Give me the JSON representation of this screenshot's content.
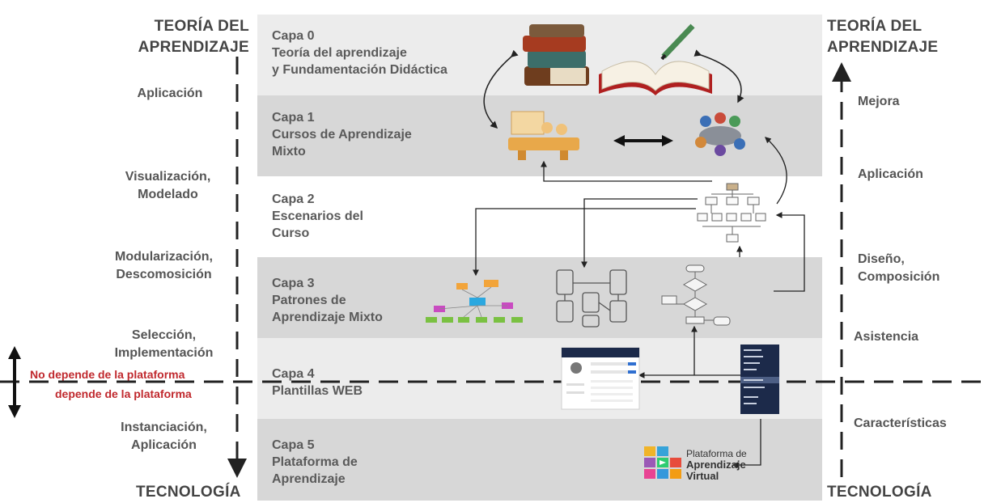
{
  "left_title": [
    "TEORÍA DEL",
    "APRENDIZAJE"
  ],
  "right_title": [
    "TEORÍA DEL",
    "APRENDIZAJE"
  ],
  "bottom_left": "TECNOLOGÍA",
  "bottom_right": "TECNOLOGÍA",
  "layers": [
    {
      "text": "Capa 0\nTeoría del aprendizaje\ny Fundamentación Didáctica"
    },
    {
      "text": "Capa 1\nCursos de Aprendizaje\nMixto"
    },
    {
      "text": "Capa 2\nEscenarios del\nCurso"
    },
    {
      "text": "Capa 3\nPatrones de\nAprendizaje Mixto"
    },
    {
      "text": "Capa 4\nPlantillas WEB"
    },
    {
      "text": "Capa 5\nPlataforma de\nAprendizaje"
    }
  ],
  "left_labels": [
    "Aplicación",
    "Visualización,\nModelado",
    "Modularización,\nDescomosición",
    "Selección,\nImplementación",
    "Instanciación,\nAplicación"
  ],
  "right_labels": [
    "Mejora",
    "Aplicación",
    "Diseño,\nComposición",
    "Asistencia",
    "Características"
  ],
  "platform_boundary": {
    "above": "No depende de la plataforma",
    "below": "depende de la plataforma"
  },
  "platform_logo": {
    "line1": "Plataforma de",
    "line2": "Aprendizaje",
    "line3": "Virtual"
  },
  "colors": {
    "band_dark": "#d7d7d7",
    "band_light": "#ececec",
    "boundary_red": "#c0282d"
  }
}
